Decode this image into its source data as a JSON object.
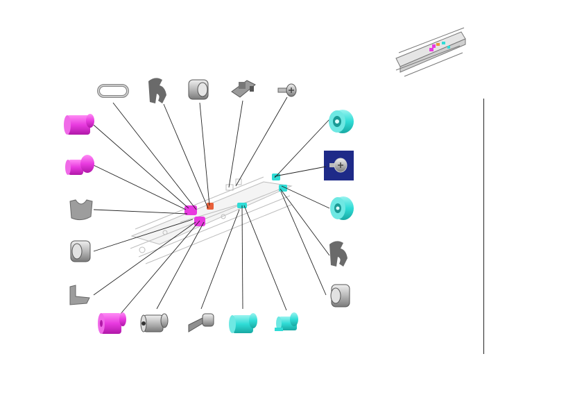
{
  "colors": {
    "magenta": "#e83adf",
    "cyan": "#2fdcd6",
    "gray": "#a9a9a9",
    "selection": "#1e2a88",
    "leader": "#222222"
  },
  "parts": [
    {
      "name": "belt-loop-part",
      "icon": "belt-loop",
      "color": "gray"
    },
    {
      "name": "hook-clip-part-1",
      "icon": "hook-clip",
      "color": "gray"
    },
    {
      "name": "bushing-part-1",
      "icon": "bushing",
      "color": "gray"
    },
    {
      "name": "bracket-part-1",
      "icon": "bracket",
      "color": "gray"
    },
    {
      "name": "screw-part",
      "icon": "screw",
      "color": "gray"
    },
    {
      "name": "magenta-roller-part-1",
      "icon": "roller",
      "color": "magenta"
    },
    {
      "name": "magenta-roller-part-2",
      "icon": "roller",
      "color": "magenta"
    },
    {
      "name": "u-clip-part",
      "icon": "u-clip",
      "color": "gray"
    },
    {
      "name": "bushing-part-2",
      "icon": "bushing",
      "color": "gray"
    },
    {
      "name": "bracket-part-2",
      "icon": "bracket",
      "color": "gray"
    },
    {
      "name": "magenta-roller-part-3",
      "icon": "roller",
      "color": "magenta"
    },
    {
      "name": "gray-roller-part",
      "icon": "roller",
      "color": "gray"
    },
    {
      "name": "bracket-part-3",
      "icon": "bracket",
      "color": "gray"
    },
    {
      "name": "cyan-roller-part-1",
      "icon": "roller",
      "color": "cyan"
    },
    {
      "name": "cyan-gear-part-1",
      "icon": "gear",
      "color": "cyan"
    },
    {
      "name": "cyan-pulley-part-1",
      "icon": "pulley",
      "color": "cyan"
    },
    {
      "name": "selected-screw-part",
      "icon": "screw",
      "color": "gray",
      "selected": true
    },
    {
      "name": "cyan-pulley-part-2",
      "icon": "pulley",
      "color": "cyan"
    },
    {
      "name": "hook-clip-part-2",
      "icon": "hook-clip",
      "color": "gray"
    },
    {
      "name": "bushing-part-3",
      "icon": "bushing",
      "color": "gray"
    }
  ]
}
